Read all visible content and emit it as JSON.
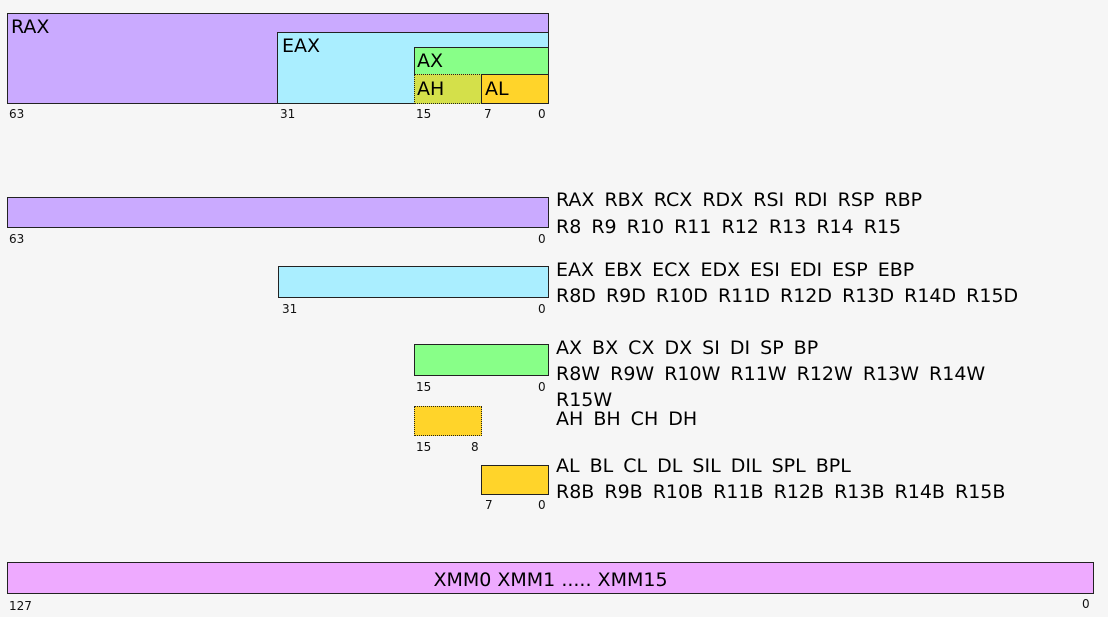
{
  "colors": {
    "rax": "#caaaff",
    "eax": "#aaeeff",
    "ax": "#88ff88",
    "ah": "#d4e04a",
    "al": "#ffd42a",
    "xmm": "#eeaaff"
  },
  "top_diagram": {
    "rax_label": "RAX",
    "eax_label": "EAX",
    "ax_label": "AX",
    "ah_label": "AH",
    "al_label": "AL",
    "ticks": [
      "63",
      "31",
      "15",
      "7",
      "0"
    ]
  },
  "rows": {
    "r64": {
      "line1": "RAX  RBX  RCX  RDX  RSI  RDI  RSP  RBP",
      "line2": "R8   R9   R10  R11  R12  R13  R14  R15",
      "tick_left": "63",
      "tick_right": "0"
    },
    "r32": {
      "line1": "EAX  EBX  ECX  EDX  ESI  EDI  ESP  EBP",
      "line2": "R8D  R9D  R10D R11D R12D R13D R14D R15D",
      "tick_left": "31",
      "tick_right": "0"
    },
    "r16": {
      "line1": "AX   BX   CX   DX   SI   DI   SP   BP",
      "line2": "R8W  R9W  R10W R11W R12W R13W R14W",
      "line3": "R15W",
      "tick_left": "15",
      "tick_right": "0"
    },
    "r8h": {
      "line1": "AH   BH   CH   DH",
      "tick_left": "15",
      "tick_right": "8"
    },
    "r8l": {
      "line1": "AL   BL   CL   DL   SIL  DIL  SPL  BPL",
      "line2": "R8B  R9B  R10B R11B R12B R13B R14B R15B",
      "tick_left": "7",
      "tick_right": "0"
    }
  },
  "xmm": {
    "label": "XMM0 XMM1 ..... XMM15",
    "tick_left": "127",
    "tick_right": "0"
  }
}
